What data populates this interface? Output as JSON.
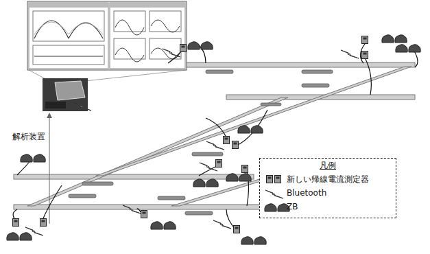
{
  "diagram": {
    "labels": [
      "解析装置",
      "凡例"
    ],
    "legend": [
      {
        "text": "新しい帰線電流測定器"
      },
      {
        "text": "Bluetooth"
      },
      {
        "text": "ZB"
      }
    ]
  }
}
